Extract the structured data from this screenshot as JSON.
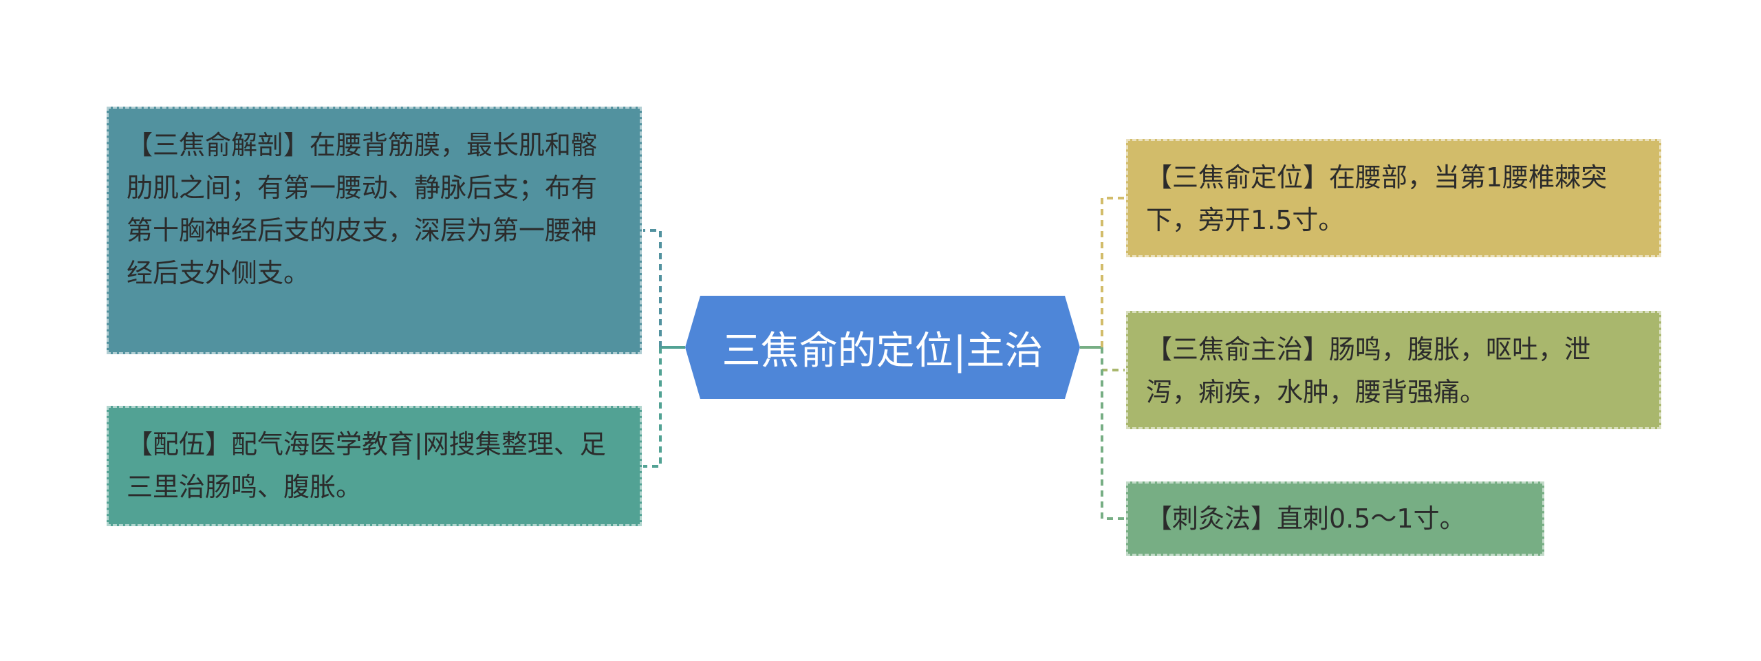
{
  "center": {
    "label": "三焦俞的定位|主治"
  },
  "left_branches": [
    {
      "text": "【三焦俞解剖】在腰背筋膜，最长肌和髂肋肌之间；有第一腰动、静脉后支；布有第十胸神经后支的皮支，深层为第一腰神经后支外侧支。"
    },
    {
      "text": "【配伍】配气海医学教育|网搜集整理、足三里治肠鸣、腹胀。"
    }
  ],
  "right_branches": [
    {
      "text": "【三焦俞定位】在腰部，当第1腰椎棘突下，旁开1.5寸。"
    },
    {
      "text": "【三焦俞主治】肠鸣，腹胀，呕吐，泄泻，痢疾，水肿，腰背强痛。"
    },
    {
      "text": "【刺灸法】直刺0.5～1寸。"
    }
  ],
  "colors": {
    "center": "#4e86d8",
    "anatomy": "#52929f",
    "combination": "#52a294",
    "location": "#d2bc6a",
    "indication": "#a9b76d",
    "method": "#77ae84"
  }
}
